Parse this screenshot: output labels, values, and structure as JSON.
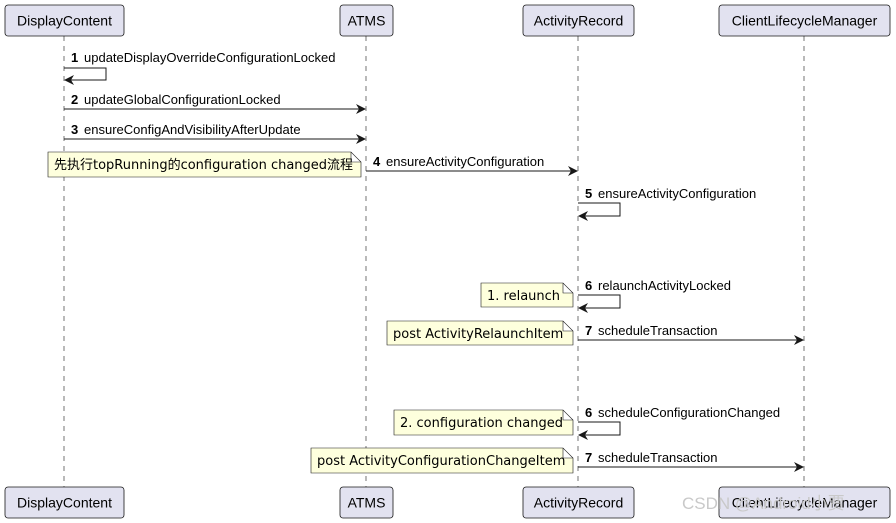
{
  "participants": {
    "displaycontent": "DisplayContent",
    "atms": "ATMS",
    "activityrecord": "ActivityRecord",
    "clientlifecyclemanager": "ClientLifecycleManager"
  },
  "messages": [
    {
      "num": "1",
      "label": "updateDisplayOverrideConfigurationLocked"
    },
    {
      "num": "2",
      "label": "updateGlobalConfigurationLocked"
    },
    {
      "num": "3",
      "label": "ensureConfigAndVisibilityAfterUpdate"
    },
    {
      "num": "4",
      "label": "ensureActivityConfiguration"
    },
    {
      "num": "5",
      "label": "ensureActivityConfiguration"
    },
    {
      "num": "6",
      "label": "relaunchActivityLocked"
    },
    {
      "num": "7",
      "label": "scheduleTransaction"
    },
    {
      "num": "6",
      "label": "scheduleConfigurationChanged"
    },
    {
      "num": "7",
      "label": "scheduleTransaction"
    }
  ],
  "notes": {
    "top_running": "先执行topRunning的configuration changed流程",
    "relaunch": "1. relaunch",
    "post_relaunch_item": "post ActivityRelaunchItem",
    "config_changed": "2. configuration changed",
    "post_config_change_item": "post ActivityConfigurationChangeItem"
  },
  "watermark": "CSDN @Android小贾"
}
